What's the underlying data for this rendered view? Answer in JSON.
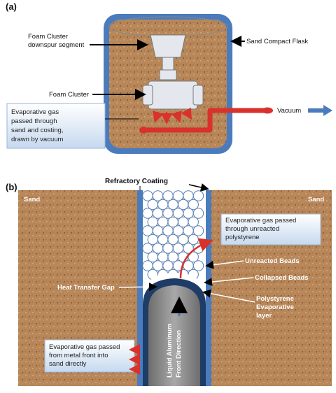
{
  "panel_a": {
    "tag": "(a)",
    "label_downspur_line1": "Foam Cluster",
    "label_downspur_line2": "downspur segment",
    "label_flask": "Sand Compact Flask",
    "label_cluster": "Foam Cluster",
    "label_vacuum": "Vacuum",
    "box_lines": [
      "Evaporative gas",
      "passed through",
      "sand and costing,",
      "drawn by vacuum"
    ]
  },
  "panel_b": {
    "tag": "(b)",
    "label_coating": "Refractory Coating",
    "label_sand_left": "Sand",
    "label_sand_right": "Sand",
    "box_top_lines": [
      "Evaporative gas passed",
      "through unreacted",
      "polystyrene"
    ],
    "label_unreacted": "Unreacted Beads",
    "label_collapsed": "Collapsed Beads",
    "label_gap": "Heat Transfer Gap",
    "label_evap_layer": [
      "Polystyrene",
      "Evaporative",
      "layer"
    ],
    "label_metal": [
      "Liquid Aluminum",
      "Front Direction"
    ],
    "box_bottom_lines": [
      "Evaporative gas passed",
      "from metal front into",
      "sand directly"
    ]
  },
  "colors": {
    "sand": "#b7875a",
    "flask": "#4a7bbd",
    "arrow_red": "#d9312b",
    "box_fill": "#dce8f5",
    "metal": "#8c8c8c"
  }
}
